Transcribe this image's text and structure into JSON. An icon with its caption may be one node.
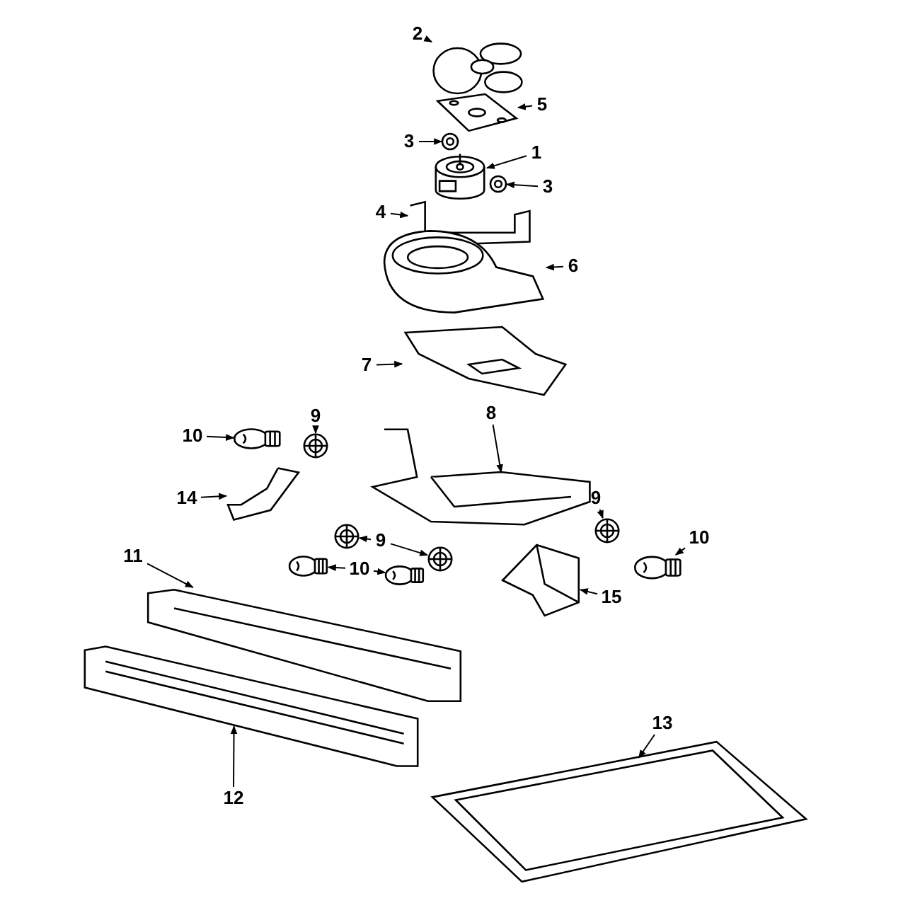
{
  "diagram": {
    "nodes": [
      {
        "text": [
          "2"
        ]
      },
      {
        "text": [],
        "shape": "picture"
      },
      {
        "text": [
          "5"
        ]
      },
      {
        "text": [],
        "shape": "picture"
      },
      {
        "text": [
          "3"
        ]
      },
      {
        "text": [],
        "shape": "picture"
      },
      {
        "text": [
          "1"
        ]
      },
      {
        "text": [],
        "shape": "picture"
      },
      {
        "text": [
          "3"
        ]
      },
      {
        "text": [],
        "shape": "picture"
      },
      {
        "text": [
          "4"
        ]
      },
      {
        "text": [],
        "shape": "picture"
      },
      {
        "text": [
          "6"
        ]
      },
      {
        "text": [],
        "shape": "picture"
      },
      {
        "text": [
          "7"
        ]
      },
      {
        "text": [],
        "shape": "picture"
      },
      {
        "text": [
          "9"
        ]
      },
      {
        "text": [
          "10"
        ]
      },
      {
        "text": [],
        "shape": "picture"
      },
      {
        "text": [],
        "shape": "picture"
      },
      {
        "text": [
          "8"
        ]
      },
      {
        "text": [],
        "shape": "picture"
      },
      {
        "text": [
          "14"
        ]
      },
      {
        "text": [],
        "shape": "picture"
      },
      {
        "text": [
          "9"
        ]
      },
      {
        "text": [],
        "shape": "picture"
      },
      {
        "text": [
          "10"
        ]
      },
      {
        "text": [],
        "shape": "picture"
      },
      {
        "text": [
          "11"
        ]
      },
      {
        "text": [],
        "shape": "picture"
      },
      {
        "text": [
          "9"
        ]
      },
      {
        "text": [],
        "shape": "picture"
      },
      {
        "text": [],
        "shape": "picture"
      },
      {
        "text": [
          "10"
        ]
      },
      {
        "text": [],
        "shape": "picture"
      },
      {
        "text": [],
        "shape": "picture"
      },
      {
        "text": [
          "15"
        ]
      },
      {
        "text": [],
        "shape": "picture"
      },
      {
        "text": [
          "12"
        ]
      },
      {
        "text": [],
        "shape": "picture"
      },
      {
        "text": [
          "13"
        ]
      },
      {
        "text": [],
        "shape": "picture"
      }
    ],
    "edges": [
      {
        "from": 0,
        "to": 1,
        "arrow": "to"
      },
      {
        "from": 2,
        "to": 3,
        "arrow": "to"
      },
      {
        "from": 4,
        "to": 5,
        "arrow": "to"
      },
      {
        "from": 6,
        "to": 7,
        "arrow": "to"
      },
      {
        "from": 8,
        "to": 9,
        "arrow": "to"
      },
      {
        "from": 10,
        "to": 11,
        "arrow": "to"
      },
      {
        "from": 12,
        "to": 13,
        "arrow": "to"
      },
      {
        "from": 14,
        "to": 15,
        "arrow": "to"
      },
      {
        "from": 16,
        "to": 19,
        "arrow": "to"
      },
      {
        "from": 17,
        "to": 18,
        "arrow": "to"
      },
      {
        "from": 20,
        "to": 21,
        "arrow": "to"
      },
      {
        "from": 22,
        "to": 23,
        "arrow": "to"
      },
      {
        "from": 24,
        "to": 25,
        "arrow": "to"
      },
      {
        "from": 26,
        "to": 27,
        "arrow": "to"
      },
      {
        "from": 28,
        "to": 29,
        "arrow": "to"
      },
      {
        "from": 30,
        "to": 31,
        "arrow": "to"
      },
      {
        "from": 30,
        "to": 32,
        "arrow": "to"
      },
      {
        "from": 33,
        "to": 34,
        "arrow": "to"
      },
      {
        "from": 33,
        "to": 35,
        "arrow": "to"
      },
      {
        "from": 36,
        "to": 37,
        "arrow": "to"
      },
      {
        "from": 38,
        "to": 39,
        "arrow": "to"
      },
      {
        "from": 40,
        "to": 41,
        "arrow": "to"
      }
    ]
  }
}
